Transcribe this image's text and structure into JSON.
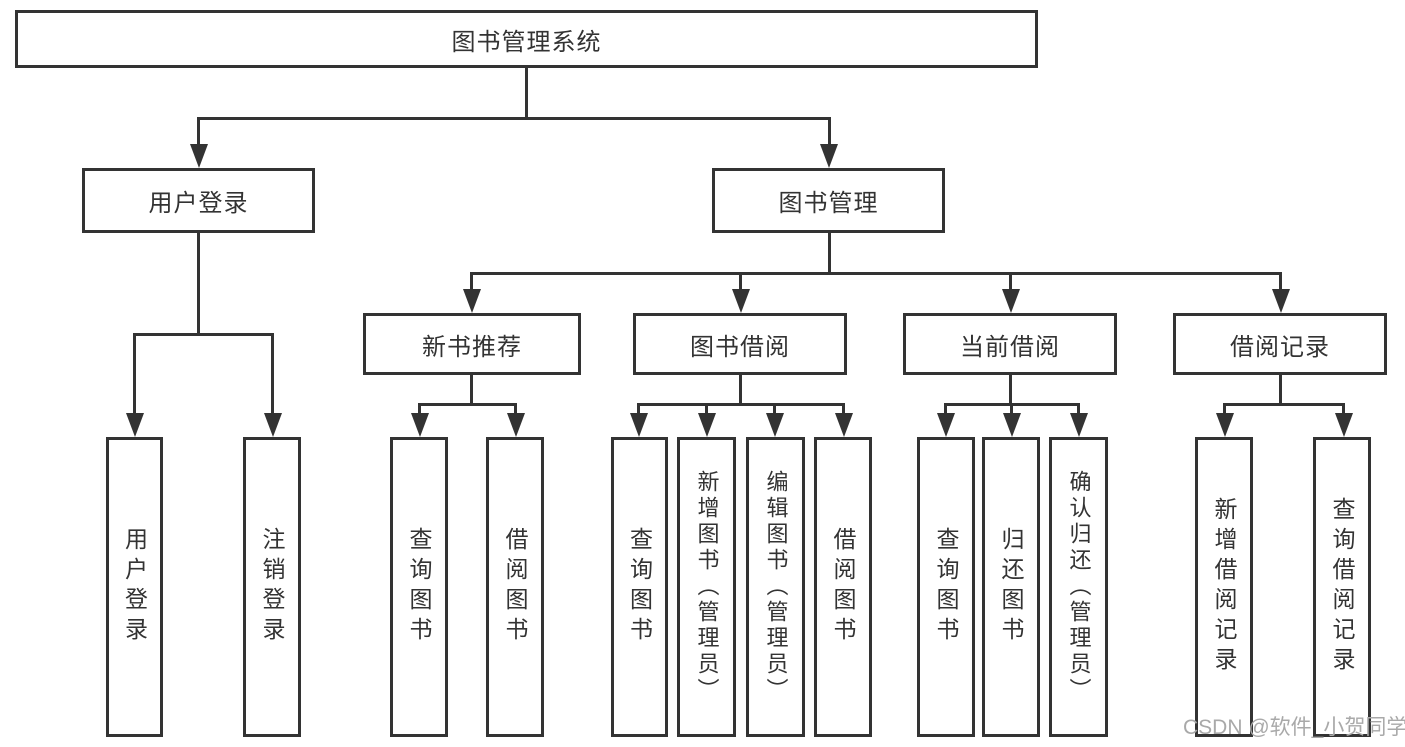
{
  "diagram": {
    "root": {
      "label": "图书管理系统"
    },
    "level2": {
      "user_login": {
        "label": "用户登录"
      },
      "book_management": {
        "label": "图书管理"
      }
    },
    "level3": {
      "new_book_recommend": {
        "label": "新书推荐"
      },
      "book_borrow": {
        "label": "图书借阅"
      },
      "current_borrow": {
        "label": "当前借阅"
      },
      "borrow_record": {
        "label": "借阅记录"
      }
    },
    "leaves": {
      "user_login_leaf": {
        "label": "用户登录"
      },
      "logout": {
        "label": "注销登录"
      },
      "rec_query_book": {
        "label": "查询图书"
      },
      "rec_borrow_book": {
        "label": "借阅图书"
      },
      "borrow_query_book": {
        "label": "查询图书"
      },
      "borrow_add_book": {
        "label": "新增图书（管理员）"
      },
      "borrow_edit_book": {
        "label": "编辑图书（管理员）"
      },
      "borrow_borrow_book": {
        "label": "借阅图书"
      },
      "current_query_book": {
        "label": "查询图书"
      },
      "current_return_book": {
        "label": "归还图书"
      },
      "current_confirm_return": {
        "label": "确认归还（管理员）"
      },
      "record_add": {
        "label": "新增借阅记录"
      },
      "record_query": {
        "label": "查询借阅记录"
      }
    }
  },
  "watermark": {
    "text": "CSDN @软件_小贺同学"
  },
  "colors": {
    "line": "#333333",
    "box_background": "#ffffff",
    "text": "#333333",
    "watermark": "#a9a9a9"
  }
}
